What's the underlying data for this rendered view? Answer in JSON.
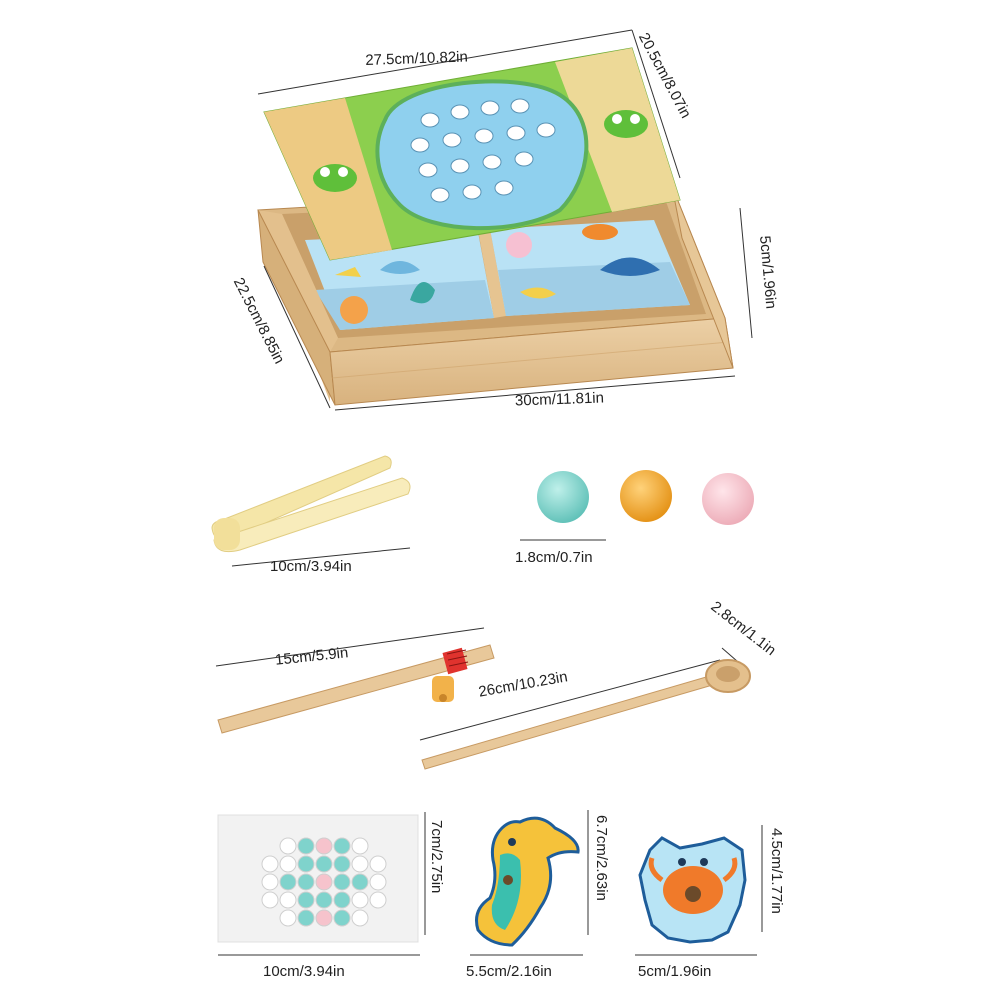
{
  "dimensions": {
    "board_width": "27.5cm/10.82in",
    "board_depth": "20.5cm/8.07in",
    "box_depth": "22.5cm/8.85in",
    "box_width": "30cm/11.81in",
    "box_height": "5cm/1.96in",
    "tweezers": "10cm/3.94in",
    "ball": "1.8cm/0.7in",
    "short_rod": "15cm/5.9in",
    "long_rod": "26cm/10.23in",
    "ring": "2.8cm/1.1in",
    "card_height": "7cm/2.75in",
    "card_width": "10cm/3.94in",
    "seahorse_height": "6.7cm/2.63in",
    "seahorse_width": "5.5cm/2.16in",
    "crab_height": "4.5cm/1.77in",
    "crab_width": "5cm/1.96in"
  },
  "colors": {
    "wood": "#e8c89a",
    "wood_dark": "#c79a63",
    "wood_shadow": "#b88850",
    "board_green": "#8ccf4e",
    "pond_blue": "#8fd0ee",
    "sea_blue": "#b9e2f5",
    "ball_teal": "#7fd3cc",
    "ball_orange": "#efa52a",
    "ball_pink": "#f6c3cc",
    "tweezer": "#f5e6a8",
    "thread": "#e0332e"
  }
}
